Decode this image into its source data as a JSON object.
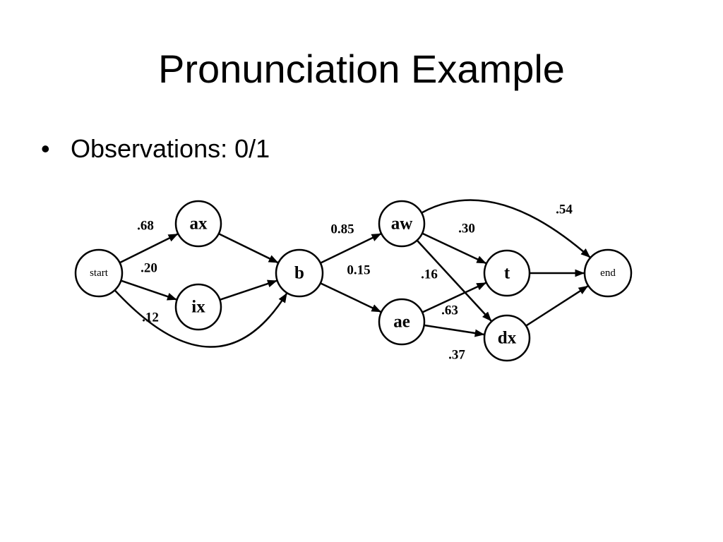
{
  "slide": {
    "title": "Pronunciation Example",
    "bullets": [
      {
        "marker": "•",
        "text": "Observations: 0/1"
      }
    ]
  },
  "diagram": {
    "nodes": [
      {
        "id": "start",
        "label": "start"
      },
      {
        "id": "ax",
        "label": "ax"
      },
      {
        "id": "ix",
        "label": "ix"
      },
      {
        "id": "b",
        "label": "b"
      },
      {
        "id": "aw",
        "label": "aw"
      },
      {
        "id": "ae",
        "label": "ae"
      },
      {
        "id": "t",
        "label": "t"
      },
      {
        "id": "dx",
        "label": "dx"
      },
      {
        "id": "end",
        "label": "end"
      }
    ],
    "edges": [
      {
        "from": "start",
        "to": "ax",
        "label": ".68"
      },
      {
        "from": "start",
        "to": "ix",
        "label": ".20"
      },
      {
        "from": "start",
        "to": "b",
        "label": ".12"
      },
      {
        "from": "ax",
        "to": "b",
        "label": ""
      },
      {
        "from": "ix",
        "to": "b",
        "label": ""
      },
      {
        "from": "b",
        "to": "aw",
        "label": "0.85"
      },
      {
        "from": "b",
        "to": "ae",
        "label": "0.15"
      },
      {
        "from": "aw",
        "to": "t",
        "label": ".30"
      },
      {
        "from": "aw",
        "to": "dx",
        "label": ".16"
      },
      {
        "from": "aw",
        "to": "end",
        "label": ".54"
      },
      {
        "from": "ae",
        "to": "t",
        "label": ".63"
      },
      {
        "from": "ae",
        "to": "dx",
        "label": ".37"
      },
      {
        "from": "t",
        "to": "end",
        "label": ""
      },
      {
        "from": "dx",
        "to": "end",
        "label": ""
      }
    ]
  }
}
